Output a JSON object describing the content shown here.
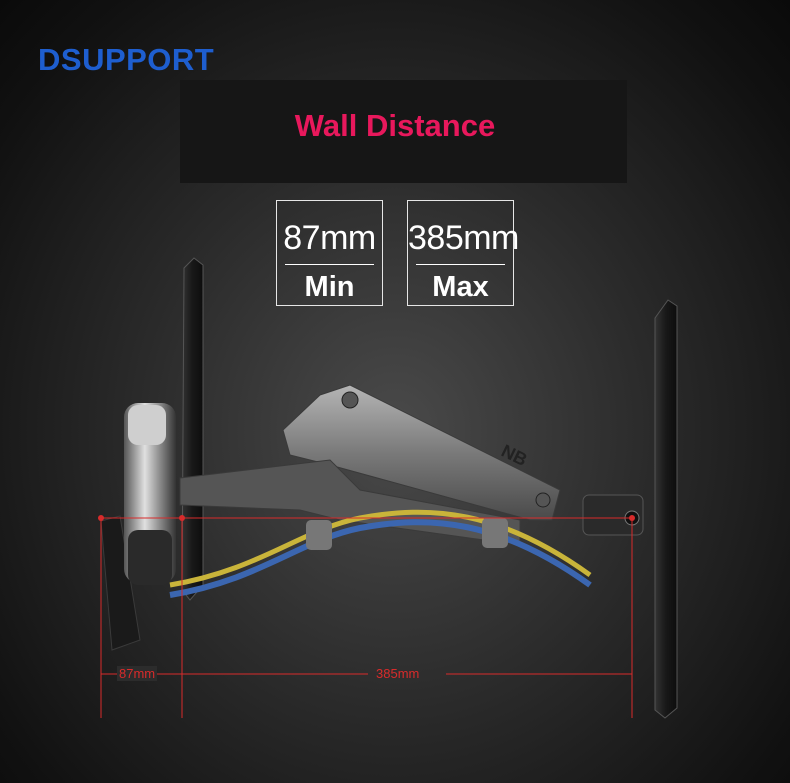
{
  "brand": {
    "logo_text": "DSUPPORT",
    "color": "#1e5ecf"
  },
  "header": {
    "title": "Wall Distance",
    "title_color": "#e8185c"
  },
  "specs": {
    "min": {
      "value": "87mm",
      "label": "Min"
    },
    "max": {
      "value": "385mm",
      "label": "Max"
    }
  },
  "dimensions": {
    "min_label": "87mm",
    "max_label": "385mm",
    "line_color": "#d82b2b"
  },
  "product": {
    "badge_text": "NB",
    "colors": {
      "arm": "#7d7d7d",
      "screen": "#1a1a1a",
      "cable_blue": "#3b66b0",
      "cable_yellow": "#c9b43a"
    }
  }
}
